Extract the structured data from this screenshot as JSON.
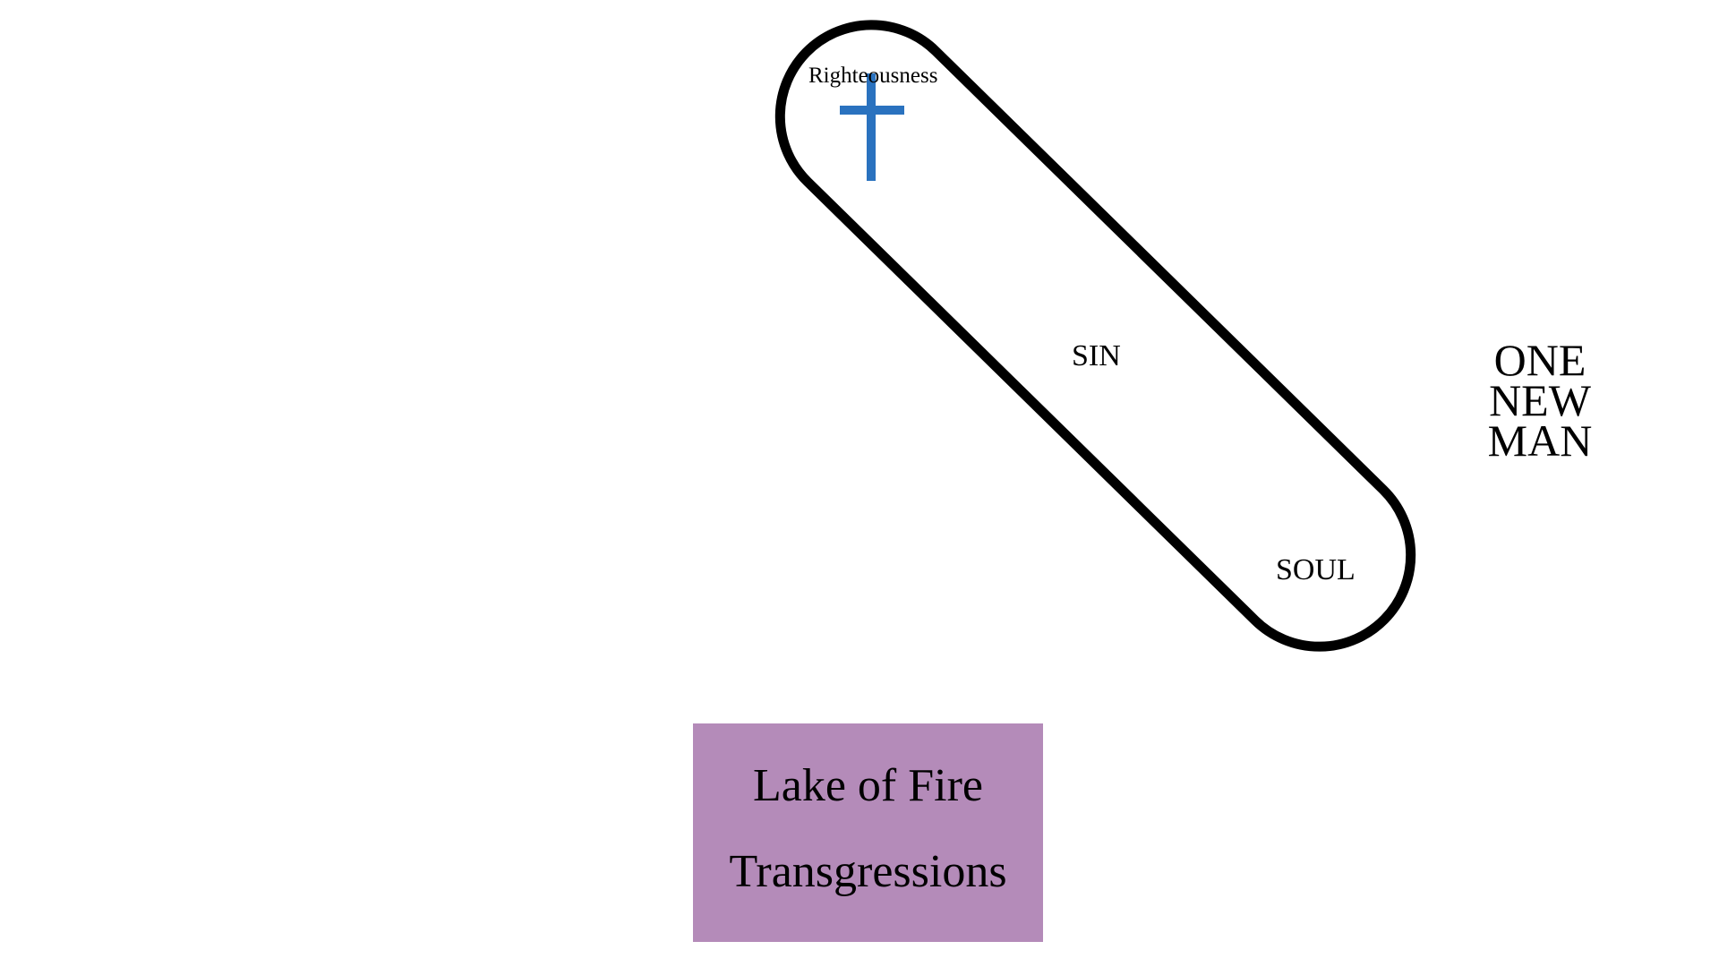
{
  "diagram": {
    "capsule_labels": {
      "top": "Righteousness",
      "middle": "SIN",
      "bottom": "SOUL"
    },
    "side_label_lines": [
      "ONE",
      "NEW",
      "MAN"
    ],
    "box": {
      "title": "Lake of Fire",
      "subtitle": "Transgressions"
    },
    "colors": {
      "capsule_stroke": "#000000",
      "cross": "#2a72bf",
      "box_fill": "#b48bb9",
      "text": "#000000"
    },
    "icons": {
      "cross": "cross-icon"
    }
  }
}
